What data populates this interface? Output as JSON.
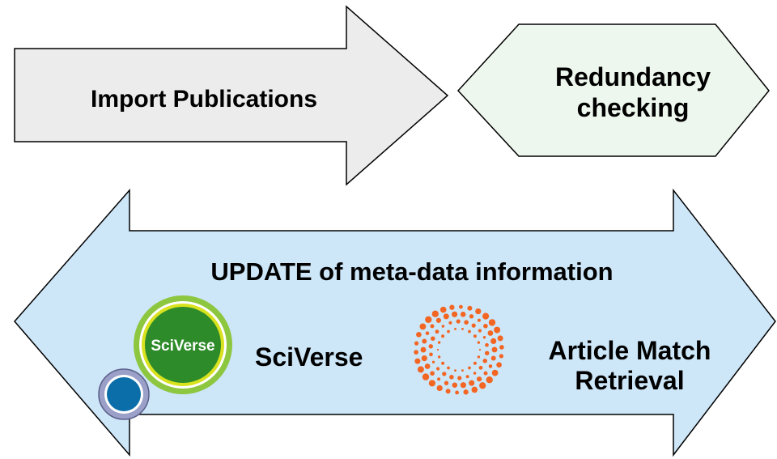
{
  "colors": {
    "import_arrow_fill": "#ececec",
    "redundancy_hexagon_fill": "#eef7ee",
    "update_arrow_fill": "#cde6f8",
    "outline": "#000000",
    "sciverse_green_dark": "#2e8b2a",
    "sciverse_green_light": "#8dc63f",
    "sciverse_blue": "#0b6ea8",
    "article_match_orange": "#f26522"
  },
  "import_arrow": {
    "label": "Import Publications"
  },
  "redundancy_box": {
    "line1": "Redundancy",
    "line2": "checking"
  },
  "update_arrow": {
    "title": "UPDATE of meta-data information",
    "sources": [
      {
        "label": "SciVerse",
        "logo_text": "SciVerse",
        "icon": "sciverse-logo-icon"
      },
      {
        "label_line1": "Article Match",
        "label_line2": "Retrieval",
        "icon": "article-match-retrieval-logo-icon"
      }
    ]
  }
}
